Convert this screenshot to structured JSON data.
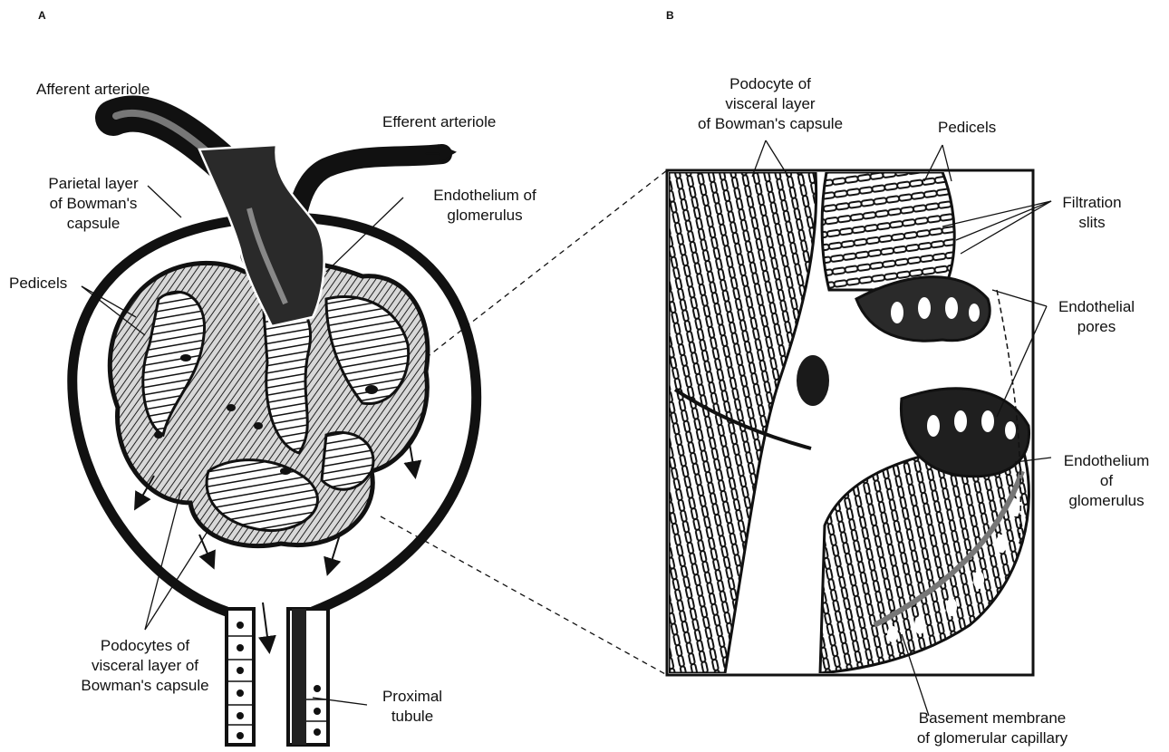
{
  "panels": {
    "a": {
      "letter": "A",
      "labels": {
        "afferent": "Afferent arteriole",
        "efferent": "Efferent arteriole",
        "parietal": "Parietal layer\nof Bowman's\ncapsule",
        "endothelium": "Endothelium of\nglomerulus",
        "pedicels": "Pedicels",
        "podocytes": "Podocytes of\nvisceral layer of\nBowman's capsule",
        "proximal": "Proximal\ntubule"
      }
    },
    "b": {
      "letter": "B",
      "labels": {
        "podocyte": "Podocyte of\nvisceral layer\nof Bowman's capsule",
        "pedicels": "Pedicels",
        "filtration": "Filtration\nslits",
        "endothelial_pores": "Endothelial\npores",
        "endothelium": "Endothelium\nof\nglomerulus",
        "basement": "Basement membrane\nof glomerular capillary"
      }
    }
  },
  "colors": {
    "ink": "#111111",
    "shade": "#3a3a3a",
    "mid": "#7a7a7a",
    "paper": "#ffffff"
  }
}
